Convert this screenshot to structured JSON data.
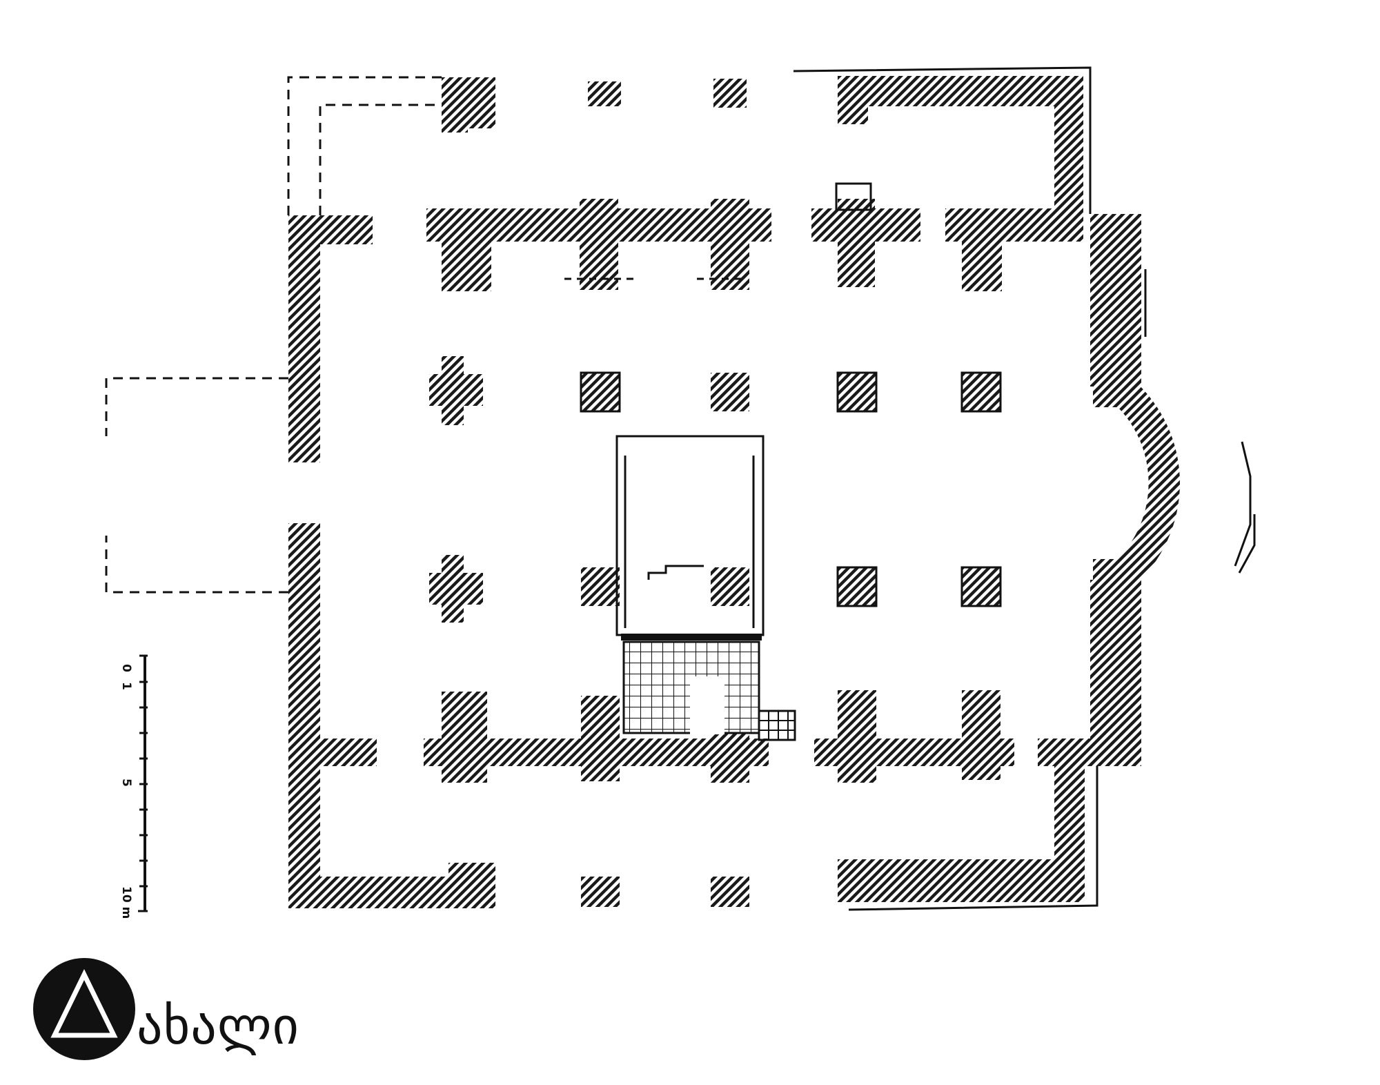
{
  "scale_bar": {
    "labels": [
      "0",
      "1",
      "5",
      "10 m"
    ]
  },
  "logo": {
    "mark": "triangle-in-circle",
    "text": "ახალი"
  },
  "colors": {
    "ink": "#111111",
    "background": "#ffffff"
  }
}
